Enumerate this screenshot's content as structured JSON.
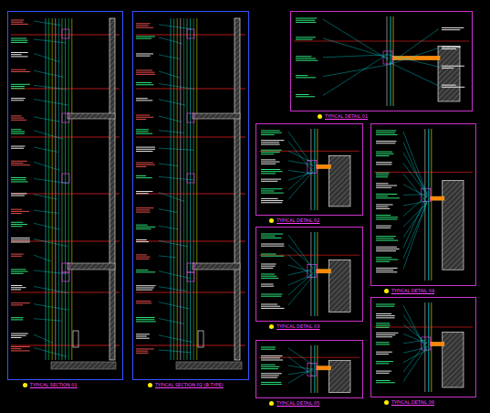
{
  "diagram": {
    "nodes": [
      {
        "text": [
          "TYPICAL SECTION 01"
        ]
      },
      {
        "text": [
          "TYPICAL SECTION 02 (B TYPE)"
        ]
      },
      {
        "text": [
          "TYPICAL DETAIL 01"
        ]
      },
      {
        "text": [
          "TYPICAL DETAIL 02"
        ]
      },
      {
        "text": [
          "TYPICAL DETAIL 03"
        ]
      },
      {
        "text": [
          "TYPICAL DETAIL 04"
        ]
      },
      {
        "text": [
          "TYPICAL DETAIL 05"
        ]
      },
      {
        "text": [
          "TYPICAL DETAIL 06"
        ]
      }
    ]
  }
}
